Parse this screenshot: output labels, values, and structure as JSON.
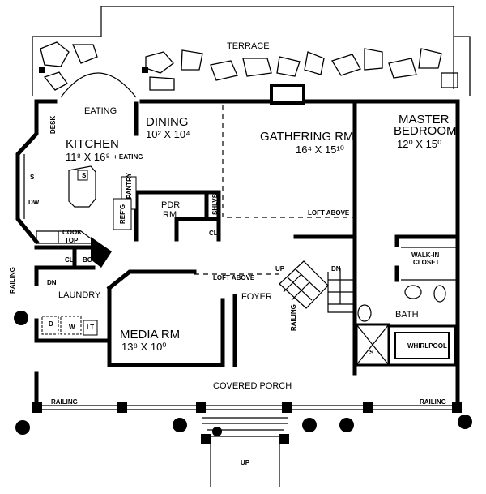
{
  "plan": {
    "terrace": "TERRACE",
    "eating": "EATING",
    "dining": {
      "name": "DINING",
      "dims": "10² X 10⁴"
    },
    "kitchen": {
      "name": "KITCHEN",
      "dims": "11⁸ X 16⁸",
      "note": "+ EATING"
    },
    "gathering": {
      "name": "GATHERING RM",
      "dims": "16⁴ X 15¹⁰"
    },
    "master": {
      "name1": "MASTER",
      "name2": "BEDROOM",
      "dims": "12⁰ X 15⁰"
    },
    "desk": "DESK",
    "sink": "S",
    "dw": "DW",
    "pantry": "PANTRY",
    "refg": "REF'G",
    "pdr": {
      "name1": "PDR",
      "name2": "RM"
    },
    "shlvs": "SHLVS",
    "cl": "CL",
    "cooktop1": "COOK",
    "cooktop2": "TOP",
    "bc": "BC",
    "railing": "RAILING",
    "dn": "DN",
    "up": "UP",
    "laundry": "LAUNDRY",
    "dryer": "D",
    "washer": "W",
    "lt": "LT",
    "loft_above": "LOFT ABOVE",
    "foyer": "FOYER",
    "media": {
      "name": "MEDIA RM",
      "dims": "13⁸ X 10⁰"
    },
    "walkin1": "WALK-IN",
    "walkin2": "CLOSET",
    "bath": "BATH",
    "whirlpool": "WHIRLPOOL",
    "shower": "S",
    "porch": "COVERED PORCH"
  }
}
